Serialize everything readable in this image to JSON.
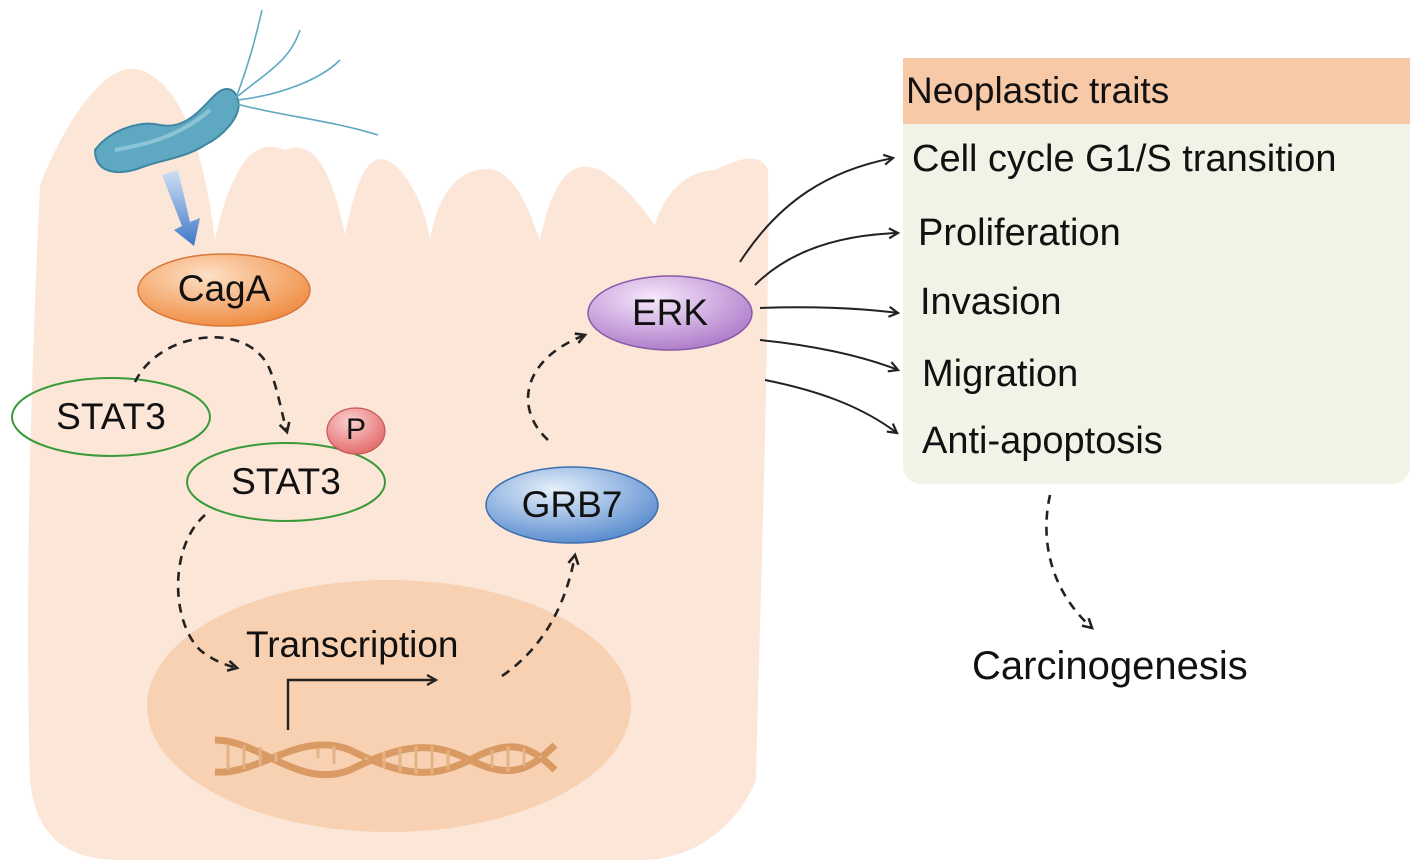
{
  "nodes": {
    "caga": "CagA",
    "stat3": "STAT3",
    "stat3_p": "STAT3",
    "phospho": "P",
    "grb7": "GRB7",
    "erk": "ERK",
    "transcription": "Transcription"
  },
  "traits": {
    "title": "Neoplastic traits",
    "items": [
      "Cell cycle G1/S transition",
      "Proliferation",
      "Invasion",
      "Migration",
      "Anti-apoptosis"
    ]
  },
  "outcome": "Carcinogenesis",
  "colors": {
    "cell": "#fbe6d8",
    "nucleus": "#f6ccaa",
    "caga": "#f6a86a",
    "stat3_outline": "#3a9a3a",
    "grb7": "#8fb7e3",
    "erk": "#d4a9e4",
    "phospho": "#f28a8a",
    "trait_header": "#f7c9a7",
    "trait_body": "#eef2e3",
    "bacterium": "#5fa8c2",
    "dna": "#d99a63"
  }
}
